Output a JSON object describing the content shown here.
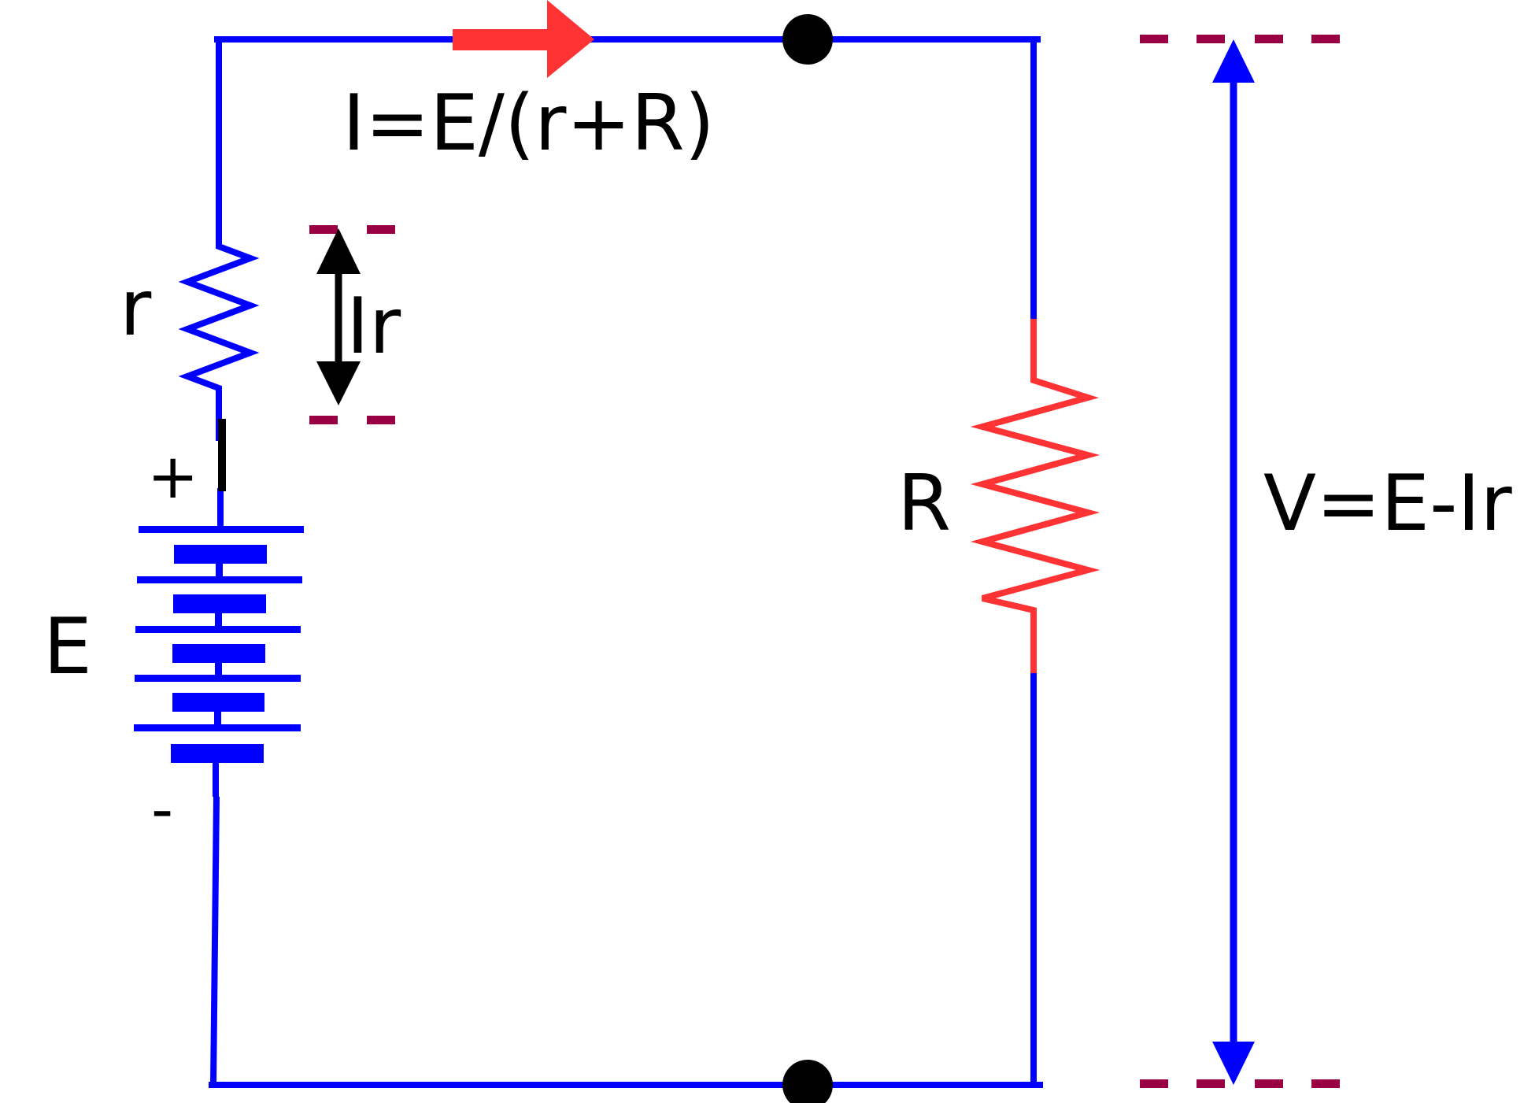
{
  "labels": {
    "current_formula": "I=E/(r+R)",
    "internal_resistance": "r",
    "internal_drop": "Ir",
    "plus_sign": "+",
    "emf": "E",
    "minus_sign": "-",
    "load_resistance": "R",
    "terminal_voltage": "V=E-Ir"
  },
  "colors": {
    "wire": "#0000ff",
    "load_resistor": "#ff3333",
    "current_arrow": "#ff3333",
    "dashed_marker": "#990044",
    "text": "#000000",
    "node": "#000000",
    "arrow_black": "#000000",
    "arrow_blue": "#0000ff"
  }
}
